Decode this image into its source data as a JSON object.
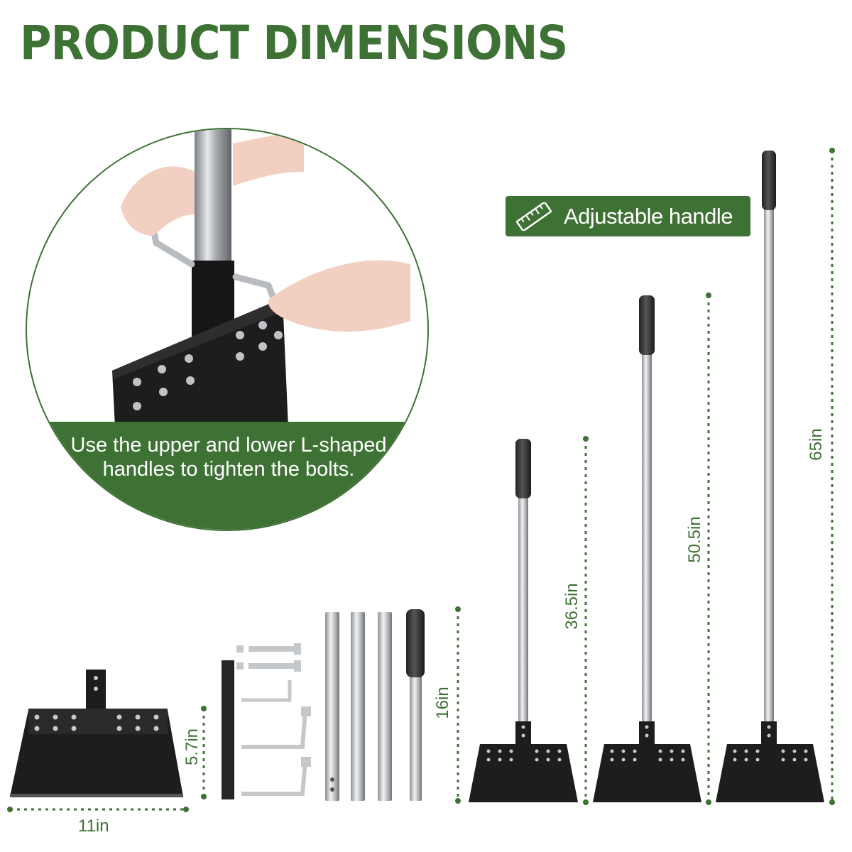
{
  "title": "PRODUCT DIMENSIONS",
  "detail": {
    "caption": "Use the upper and lower L-shaped handles to tighten the bolts."
  },
  "badge": {
    "icon": "ruler-icon",
    "label": "Adjustable handle"
  },
  "dimensions": {
    "blade_width": "11in",
    "blade_height": "5.7in",
    "pole_segment": "16in",
    "short_length": "36.5in",
    "medium_length": "50.5in",
    "long_length": "65in"
  },
  "colors": {
    "brand_green": "#3e7134",
    "blade_black": "#1b1b1b",
    "steel": "#c9ccd0",
    "grip": "#3a3a3a"
  }
}
